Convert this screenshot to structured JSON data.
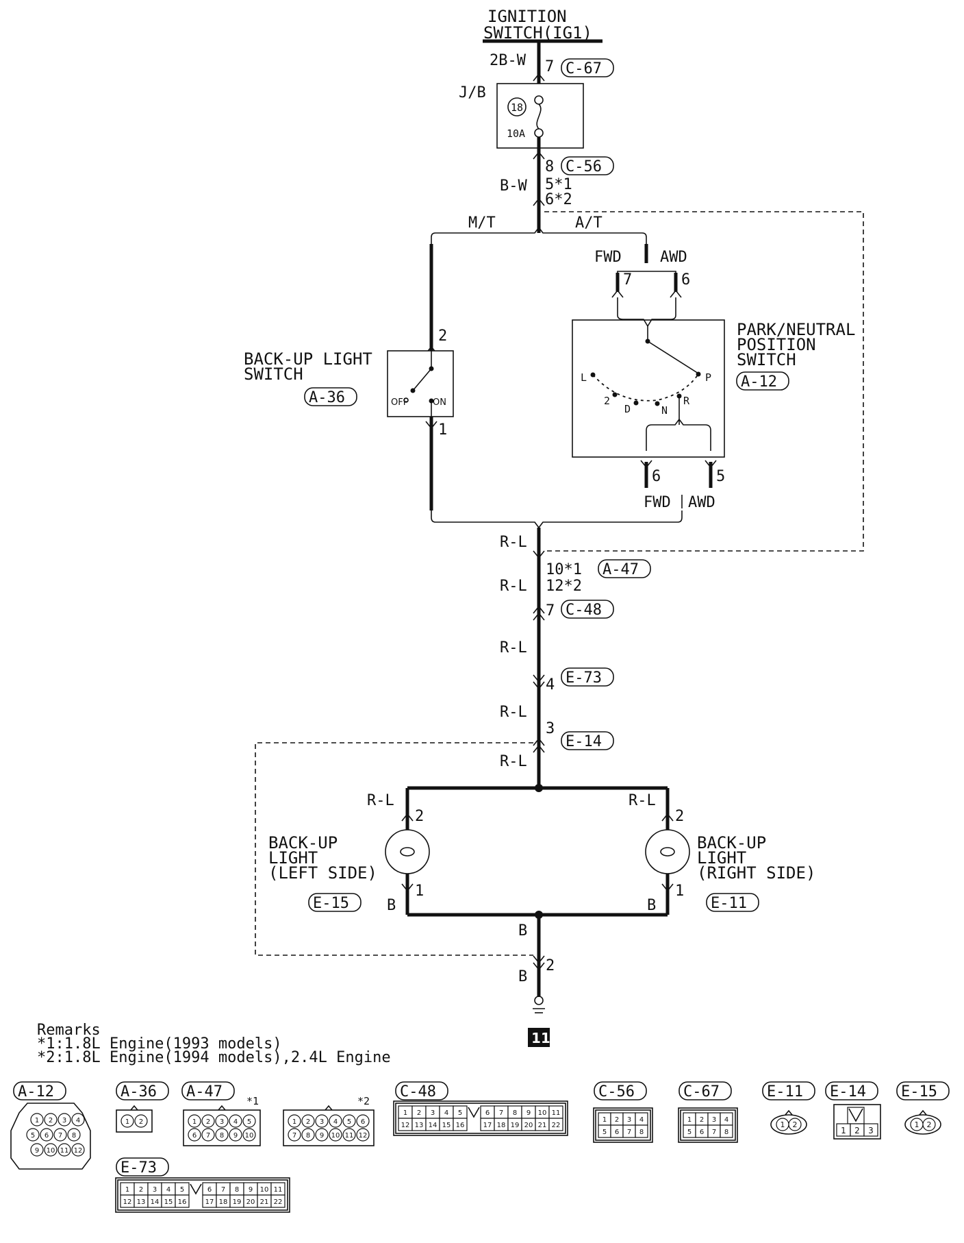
{
  "ignition": {
    "line1": "IGNITION",
    "line2": "SWITCH(IG1)"
  },
  "top": {
    "wire_2bw": "2B-W",
    "pin_7": "7",
    "conn_c67": "C-67",
    "jb": "J/B",
    "fuse_no": "18",
    "fuse_rating": "10A",
    "pin_8": "8",
    "conn_c56": "C-56",
    "wire_bw": "B-W",
    "pin_5_1": "5*1",
    "pin_6_2": "6*2",
    "mt": "M/T",
    "at": "A/T"
  },
  "backup_switch": {
    "line1": "BACK-UP LIGHT",
    "line2": "SWITCH",
    "ref": "A-36",
    "pin_top": "2",
    "pin_bottom": "1",
    "off": "OFF",
    "on": "ON"
  },
  "pnp_switch": {
    "line1": "PARK/NEUTRAL",
    "line2": "POSITION",
    "line3": "SWITCH",
    "ref": "A-12",
    "fwd": "FWD",
    "awd": "AWD",
    "pin_top_fwd": "7",
    "pin_top_awd": "6",
    "pin_bot_fwd": "6",
    "pin_bot_awd": "5",
    "pos_l": "L",
    "pos_2": "2",
    "pos_d": "D",
    "pos_n": "N",
    "pos_r": "R",
    "pos_p": "P",
    "bottom_label": "FWD AWD"
  },
  "mid": {
    "wire_rl": "R-L",
    "pin_10_1": "10*1",
    "pin_12_2": "12*2",
    "conn_a47": "A-47",
    "pin_7": "7",
    "conn_c48": "C-48",
    "pin_4": "4",
    "conn_e73": "E-73",
    "pin_3": "3",
    "conn_e14": "E-14"
  },
  "left_light": {
    "line1": "BACK-UP",
    "line2": "LIGHT",
    "line3": "(LEFT SIDE)",
    "ref": "E-15",
    "wire_top": "R-L",
    "wire_bottom": "B",
    "pin_top": "2",
    "pin_bottom": "1"
  },
  "right_light": {
    "line1": "BACK-UP",
    "line2": "LIGHT",
    "line3": "(RIGHT SIDE)",
    "ref": "E-11",
    "wire_top": "R-L",
    "wire_bottom": "B",
    "pin_top": "2",
    "pin_bottom": "1"
  },
  "ground": {
    "wire_b": "B",
    "pin_2": "2",
    "ground_no": "11"
  },
  "remarks": {
    "title": "Remarks",
    "line1": "*1:1.8L Engine(1993 models)",
    "line2": "*2:1.8L Engine(1994 models),2.4L Engine"
  },
  "connectors": {
    "a12": "A-12",
    "a36": "A-36",
    "a47": "A-47",
    "star1": "*1",
    "star2": "*2",
    "c48": "C-48",
    "c56": "C-56",
    "c67": "C-67",
    "e11": "E-11",
    "e14": "E-14",
    "e15": "E-15",
    "e73": "E-73",
    "a12_pins": [
      "1",
      "2",
      "3",
      "4",
      "5",
      "6",
      "7",
      "8",
      "9",
      "10",
      "11",
      "12"
    ],
    "a36_pins": [
      "1",
      "2"
    ],
    "a47_1_pins": [
      "1",
      "2",
      "3",
      "4",
      "5",
      "6",
      "7",
      "8",
      "9",
      "10"
    ],
    "a47_2_pins": [
      "1",
      "2",
      "3",
      "4",
      "5",
      "6",
      "7",
      "8",
      "9",
      "10",
      "11",
      "12"
    ],
    "c48_pins": [
      "1",
      "2",
      "3",
      "4",
      "5",
      "6",
      "7",
      "8",
      "9",
      "10",
      "11",
      "12",
      "13",
      "14",
      "15",
      "16",
      "17",
      "18",
      "19",
      "20",
      "21",
      "22"
    ],
    "c56_pins": [
      "1",
      "2",
      "3",
      "4",
      "5",
      "6",
      "7",
      "8"
    ],
    "c67_pins": [
      "1",
      "2",
      "3",
      "4",
      "5",
      "6",
      "7",
      "8"
    ],
    "e11_pins": [
      "1",
      "2"
    ],
    "e14_pins": [
      "1",
      "2",
      "3"
    ],
    "e15_pins": [
      "1",
      "2"
    ],
    "e73_pins": [
      "1",
      "2",
      "3",
      "4",
      "5",
      "6",
      "7",
      "8",
      "9",
      "10",
      "11",
      "12",
      "13",
      "14",
      "15",
      "16",
      "17",
      "18",
      "19",
      "20",
      "21",
      "22"
    ]
  }
}
